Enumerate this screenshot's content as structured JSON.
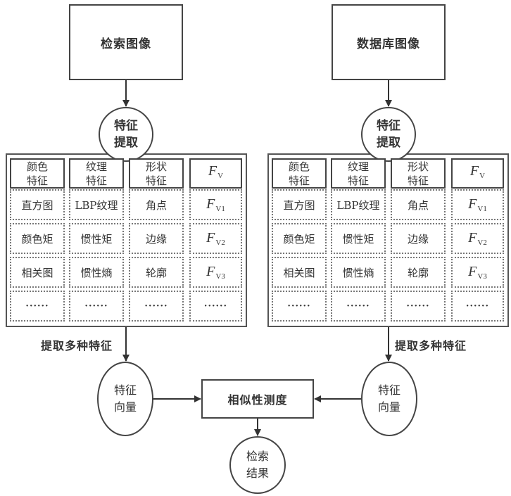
{
  "query_image": {
    "label": "检索图像"
  },
  "database_image": {
    "label": "数据库图像"
  },
  "feature_extraction": {
    "label": "特征\n提取"
  },
  "feature_table": {
    "headers": [
      "颜色\n特征",
      "纹理\n特征",
      "形状\n特征",
      "F_V"
    ],
    "fv_symbol": "F",
    "fv_header_sub": "V",
    "rows": [
      {
        "color": "直方图",
        "texture": "LBP纹理",
        "shape": "角点",
        "fv_sub": "V1"
      },
      {
        "color": "颜色矩",
        "texture": "惯性矩",
        "shape": "边缘",
        "fv_sub": "V2"
      },
      {
        "color": "相关图",
        "texture": "惯性熵",
        "shape": "轮廓",
        "fv_sub": "V3"
      },
      {
        "color": "······",
        "texture": "······",
        "shape": "······",
        "fv_sub": ""
      }
    ],
    "ellipsis": "······"
  },
  "extract_multi_label": "提取多种特征",
  "feature_vector": {
    "label": "特征\n向量"
  },
  "similarity": {
    "label": "相似性测度"
  },
  "result": {
    "label": "检索\n结果"
  }
}
